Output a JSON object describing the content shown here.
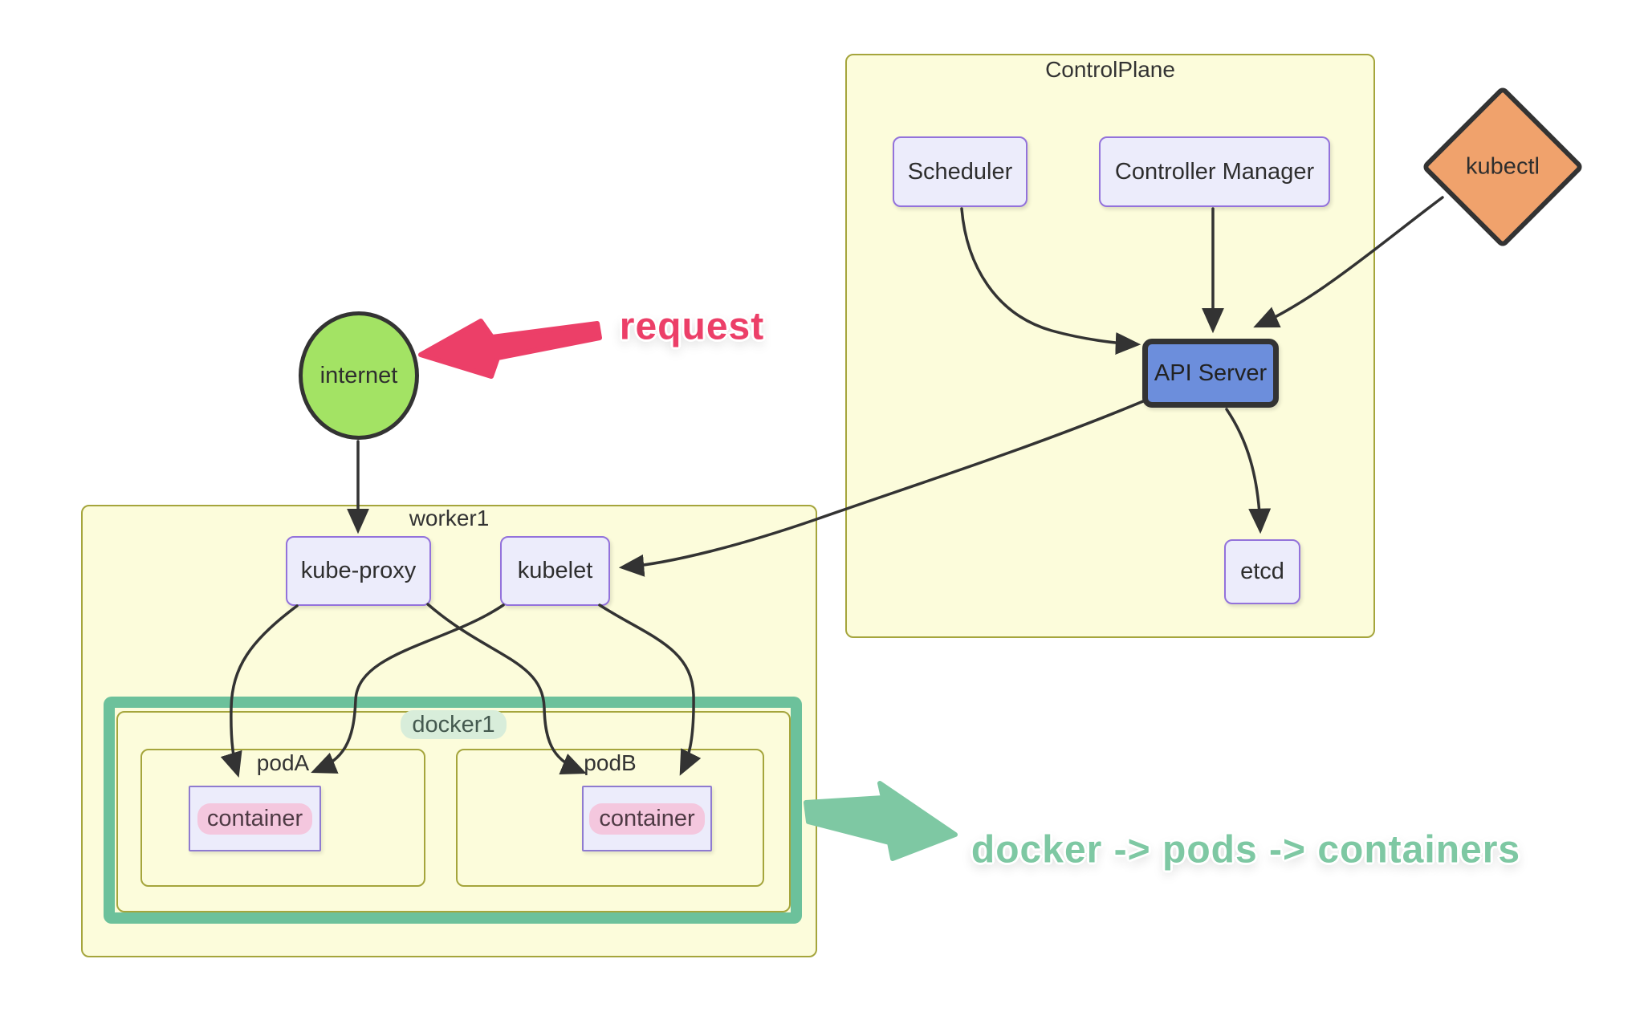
{
  "diagram": {
    "control_plane": {
      "title": "ControlPlane"
    },
    "worker": {
      "title": "worker1"
    },
    "docker": {
      "title": "docker1"
    },
    "pod_a": {
      "title": "podA",
      "container_label": "container"
    },
    "pod_b": {
      "title": "podB",
      "container_label": "container"
    },
    "nodes": {
      "scheduler": "Scheduler",
      "controller_manager": "Controller Manager",
      "api_server": "API Server",
      "etcd": "etcd",
      "kubectl": "kubectl",
      "internet": "internet",
      "kube_proxy": "kube-proxy",
      "kubelet": "kubelet"
    },
    "annotations": {
      "request_label": "request",
      "flow_label": "docker -> pods -> containers"
    },
    "colors": {
      "subgraph_fill": "#FCFCDB",
      "subgraph_border": "#A5A53C",
      "node_fill": "#ECECFB",
      "node_border": "#9372DB",
      "api_server_fill": "#6C8EDC",
      "kubectl_fill": "#F0A26C",
      "internet_fill": "#A3E364",
      "docker_border": "#6CC19B",
      "annotation_green": "#7EC8A3",
      "annotation_pink": "#EC3F68",
      "pink_highlight": "#F4C7DE",
      "green_highlight": "#D8EDDA",
      "edge": "#333333"
    }
  }
}
